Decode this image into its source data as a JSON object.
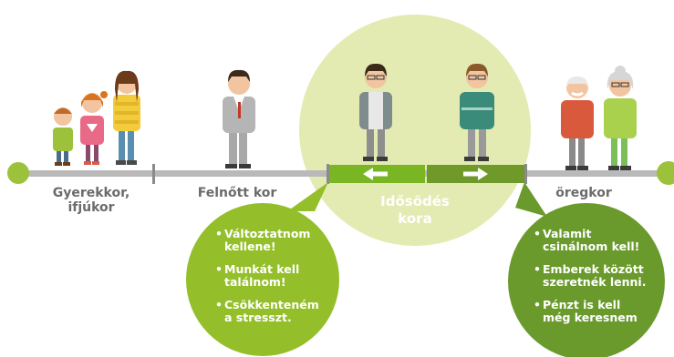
{
  "colors": {
    "timeline": "#b9b9b9",
    "end_dot": "#9cc23b",
    "circle": "#e3ebb2",
    "arrow_left_bar": "#7ab524",
    "arrow_right_bar": "#6f9a2a",
    "bubble_left": "#94bf2a",
    "bubble_right": "#6a9a2c",
    "label_text": "#6b6b6b"
  },
  "stages": {
    "childhood": [
      "Gyerekkor,",
      "ifjúkor"
    ],
    "adulthood": [
      "Felnőtt kor"
    ],
    "aging": [
      "Idősödés",
      "kora"
    ],
    "old_age": [
      "öregkor"
    ]
  },
  "bubbles": {
    "left": [
      [
        "Változtatnom",
        "kellene!"
      ],
      [
        "Munkát kell",
        "találnom!"
      ],
      [
        "Csökkenteném",
        "a stresszt."
      ]
    ],
    "right": [
      [
        "Valamit",
        "csinálnom kell!"
      ],
      [
        "Emberek között",
        "szeretnék lenni."
      ],
      [
        "Pénzt is kell",
        "még keresnem"
      ]
    ]
  },
  "icons": {
    "arrow_left": "arrow-left-icon",
    "arrow_right": "arrow-right-icon"
  }
}
